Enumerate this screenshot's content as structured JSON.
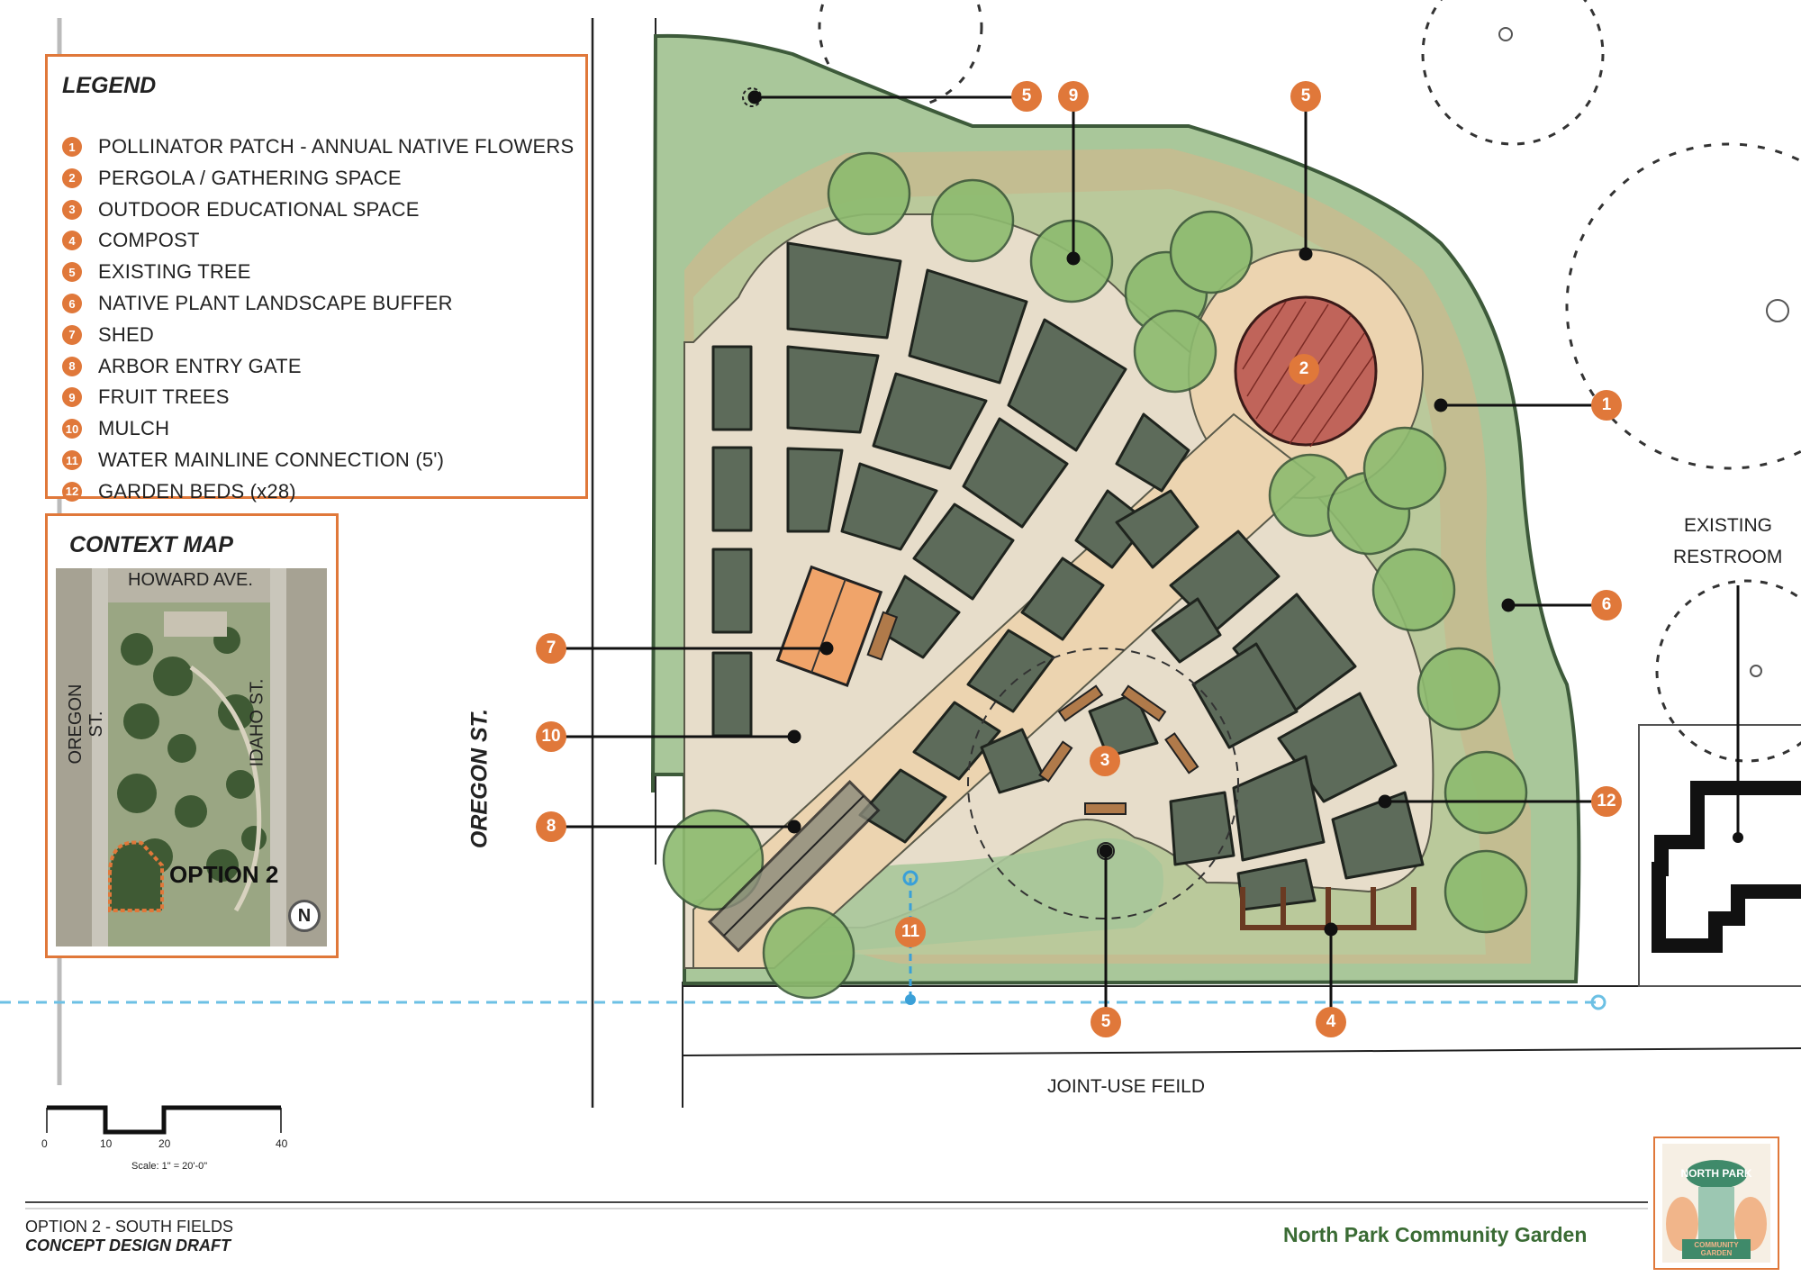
{
  "legend": {
    "title": "LEGEND",
    "items": [
      {
        "num": "1",
        "label": "POLLINATOR PATCH - ANNUAL NATIVE FLOWERS"
      },
      {
        "num": "2",
        "label": "PERGOLA / GATHERING SPACE"
      },
      {
        "num": "3",
        "label": "OUTDOOR EDUCATIONAL SPACE"
      },
      {
        "num": "4",
        "label": "COMPOST"
      },
      {
        "num": "5",
        "label": "EXISTING TREE"
      },
      {
        "num": "6",
        "label": "NATIVE PLANT LANDSCAPE BUFFER"
      },
      {
        "num": "7",
        "label": "SHED"
      },
      {
        "num": "8",
        "label": "ARBOR ENTRY GATE"
      },
      {
        "num": "9",
        "label": "FRUIT TREES"
      },
      {
        "num": "10",
        "label": "MULCH"
      },
      {
        "num": "11",
        "label": "WATER MAINLINE CONNECTION (5')"
      },
      {
        "num": "12",
        "label": "GARDEN BEDS (x28)"
      }
    ]
  },
  "context_map": {
    "title": "CONTEXT MAP",
    "street_top": "HOWARD AVE.",
    "street_left": "OREGON ST.",
    "street_right": "IDAHO ST.",
    "option_label": "OPTION 2",
    "north": "N"
  },
  "plan": {
    "street_label": "OREGON ST.",
    "restroom_label_1": "EXISTING",
    "restroom_label_2": "RESTROOM",
    "field_label": "JOINT-USE FEILD",
    "callouts": {
      "c1": "1",
      "c2": "2",
      "c3": "3",
      "c4": "4",
      "c5a": "5",
      "c5b": "5",
      "c5c": "5",
      "c6": "6",
      "c7": "7",
      "c8": "8",
      "c9": "9",
      "c10": "10",
      "c11": "11",
      "c12": "12"
    }
  },
  "scale": {
    "ticks": [
      "0",
      "10",
      "20",
      "40"
    ],
    "note": "Scale: 1\" = 20'-0\""
  },
  "footer": {
    "title": "OPTION 2 - SOUTH FIELDS",
    "subtitle": "CONCEPT DESIGN DRAFT",
    "project": "North Park Community Garden"
  },
  "logo": {
    "top": "NORTH PARK",
    "bottom": "COMMUNITY GARDEN"
  },
  "colors": {
    "accent": "#e0783a",
    "buffer_green": "#9fbf8d",
    "mulch": "#e4d8c2",
    "bed": "#5a6a58",
    "project_green": "#3a6b34"
  }
}
